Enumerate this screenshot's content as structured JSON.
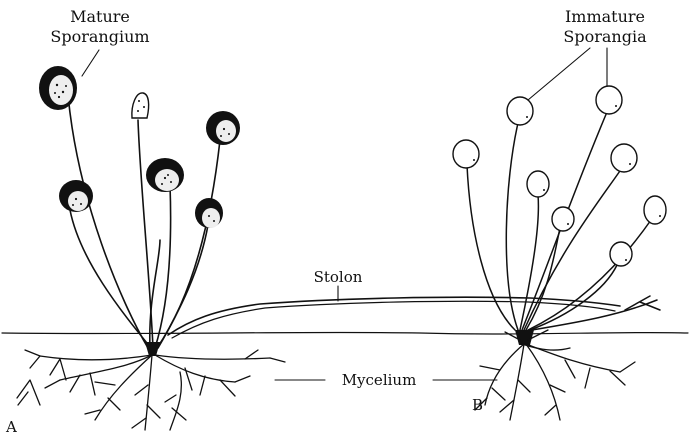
{
  "labels": {
    "mature_line1": "Mature",
    "mature_line2": "Sporangium",
    "immature_line1": "Immature",
    "immature_line2": "Sporangia",
    "stolon": "Stolon",
    "mycelium": "Mycelium",
    "plant_a": "A",
    "plant_b": "B"
  }
}
